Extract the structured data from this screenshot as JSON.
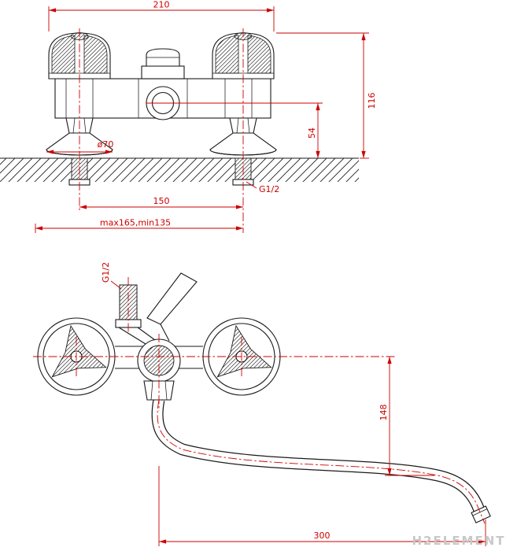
{
  "front_view": {
    "dim_width": "210",
    "dim_height": "116",
    "dim_spout_height": "54",
    "dim_escutcheon_diameter": "ø70",
    "dim_thread": "G1/2",
    "dim_pipe_spacing": "150",
    "dim_pipe_spacing_range": "max165,min135"
  },
  "side_view": {
    "dim_shower_thread": "G1/2",
    "dim_spout_drop": "148",
    "dim_spout_reach": "300"
  },
  "watermark": "H2ELEMENT",
  "colors": {
    "dimension_red": "#cc0000",
    "drawing_black": "#1a1a1a",
    "watermark_gray": "#c8c8c8"
  }
}
